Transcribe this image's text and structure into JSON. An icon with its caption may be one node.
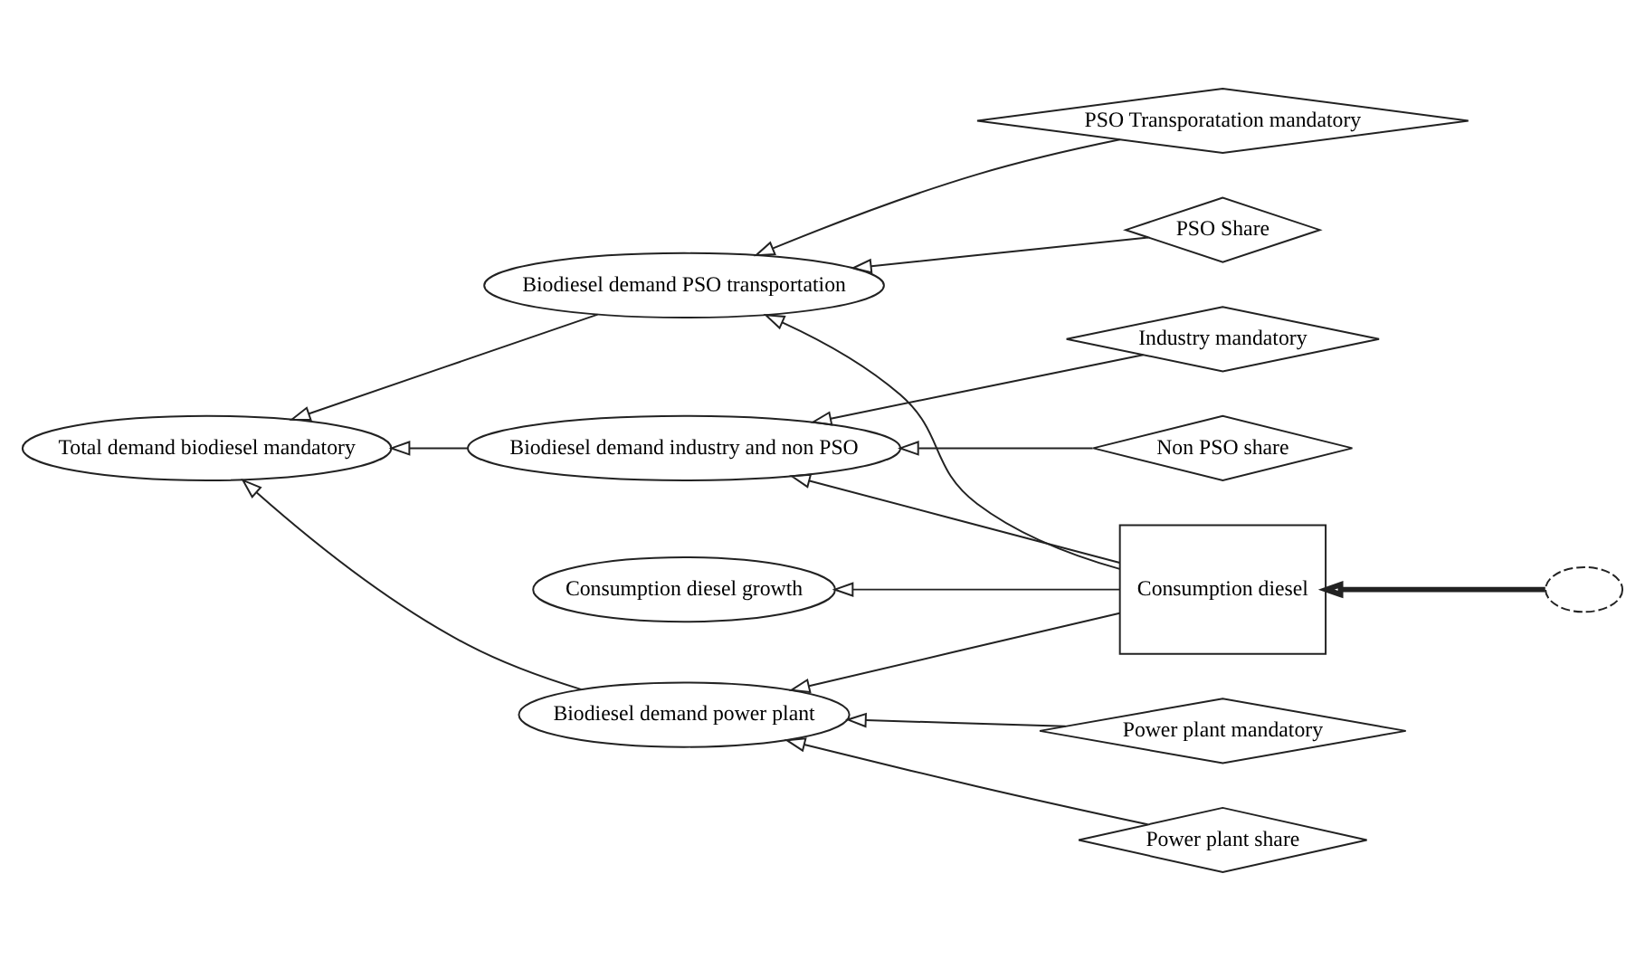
{
  "diagram": {
    "nodes": [
      {
        "text": [
          "PSO Transporatation mandatory"
        ]
      },
      {
        "text": [
          "Biodiesel demand PSO transportation"
        ]
      },
      {
        "text": [
          "PSO Share"
        ]
      },
      {
        "text": [
          "Biodiesel demand industry and non PSO"
        ]
      },
      {
        "text": [
          "Industry mandatory"
        ]
      },
      {
        "text": [
          "Consumption diesel"
        ]
      },
      {
        "text": [
          "Consumption diesel growth"
        ]
      },
      {
        "text": [],
        "shape": "cloud"
      },
      {
        "text": [
          "Non PSO share"
        ]
      },
      {
        "text": [
          "Total demand biodiesel mandatory"
        ]
      },
      {
        "text": [
          "Power plant mandatory"
        ]
      },
      {
        "text": [
          "Biodiesel demand power plant"
        ]
      },
      {
        "text": [
          "Power plant share"
        ]
      }
    ],
    "edges": [
      {
        "from": 0,
        "to": 1,
        "arrow": "to"
      },
      {
        "from": 2,
        "to": 1,
        "arrow": "to"
      },
      {
        "from": 5,
        "to": 1,
        "arrow": "to"
      },
      {
        "from": 4,
        "to": 3,
        "arrow": "to"
      },
      {
        "from": 5,
        "to": 3,
        "arrow": "to"
      },
      {
        "from": 8,
        "to": 3,
        "arrow": "to"
      },
      {
        "from": 1,
        "to": 9,
        "arrow": "to"
      },
      {
        "from": 3,
        "to": 9,
        "arrow": "to"
      },
      {
        "from": 11,
        "to": 9,
        "arrow": "to"
      },
      {
        "from": 10,
        "to": 11,
        "arrow": "to"
      },
      {
        "from": 5,
        "to": 11,
        "arrow": "to"
      },
      {
        "from": 12,
        "to": 11,
        "arrow": "to"
      },
      {
        "from": 5,
        "to": 6,
        "arrow": "to"
      },
      {
        "from": 7,
        "to": 5,
        "arrow": "to",
        "style": "thick"
      }
    ]
  }
}
